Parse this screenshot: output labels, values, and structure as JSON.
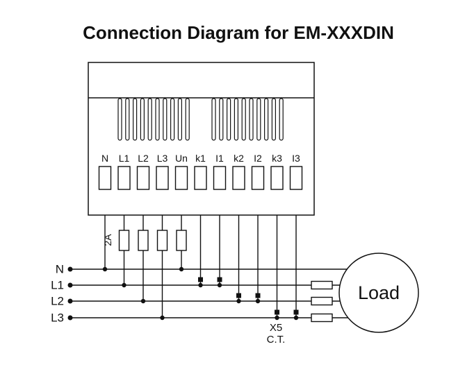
{
  "title": "Connection Diagram for EM-XXXDIN",
  "device": {
    "terminals": [
      "N",
      "L1",
      "L2",
      "L3",
      "Un",
      "k1",
      "I1",
      "k2",
      "I2",
      "k3",
      "I3"
    ]
  },
  "fuse": {
    "rating_label": "2A"
  },
  "bus_labels": [
    "N",
    "L1",
    "L2",
    "L3"
  ],
  "ct": {
    "label_line1": "X5",
    "label_line2": "C.T."
  },
  "load": {
    "label": "Load"
  },
  "colors": {
    "ink": "#111111",
    "background": "#ffffff"
  }
}
